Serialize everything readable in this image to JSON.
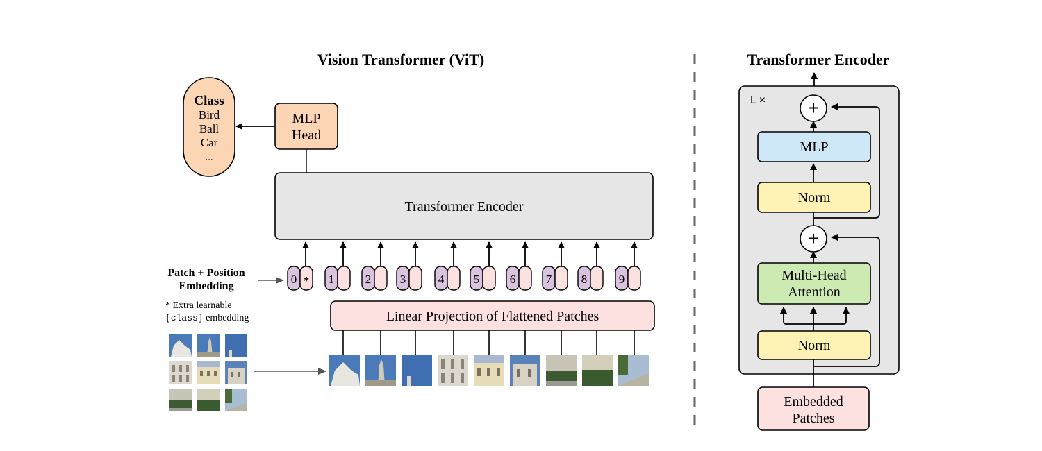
{
  "vit": {
    "title": "Vision Transformer (ViT)",
    "class_box": {
      "title": "Class",
      "items": [
        "Bird",
        "Ball",
        "Car",
        "..."
      ]
    },
    "mlp_head": [
      "MLP",
      "Head"
    ],
    "encoder_label": "Transformer Encoder",
    "embedding_label": [
      "Patch + Position",
      "Embedding"
    ],
    "extra_note_line1": "* Extra learnable",
    "extra_note_class": "[class]",
    "extra_note_rest": " embedding",
    "tokens": [
      "0",
      "1",
      "2",
      "3",
      "4",
      "5",
      "6",
      "7",
      "8",
      "9"
    ],
    "cls_marker": "*",
    "projection_label": "Linear Projection of Flattened Patches"
  },
  "encoder": {
    "title": "Transformer Encoder",
    "repeat_label": "L ×",
    "plus_symbol": "+",
    "mlp": "MLP",
    "norm_top": "Norm",
    "attention": [
      "Multi-Head",
      "Attention"
    ],
    "norm_bottom": "Norm",
    "input": [
      "Embedded",
      "Patches"
    ]
  },
  "colors": {
    "class_fill": "#fcd5b5",
    "mlp_head_fill": "#fcd5b5",
    "encoder_fill": "#e6e6e6",
    "token_purple": "#d9c3df",
    "token_pink": "#fde1e1",
    "projection_fill": "#fde1e1",
    "mlp_fill": "#cfe8f7",
    "norm_fill": "#fef3b5",
    "attention_fill": "#cdeab2",
    "encoder_panel_fill": "#e6e6e6",
    "sky": "#4a7ab8"
  },
  "icons": {
    "patch_images": "photo-patch-icon",
    "arrows": "arrow-icon"
  }
}
